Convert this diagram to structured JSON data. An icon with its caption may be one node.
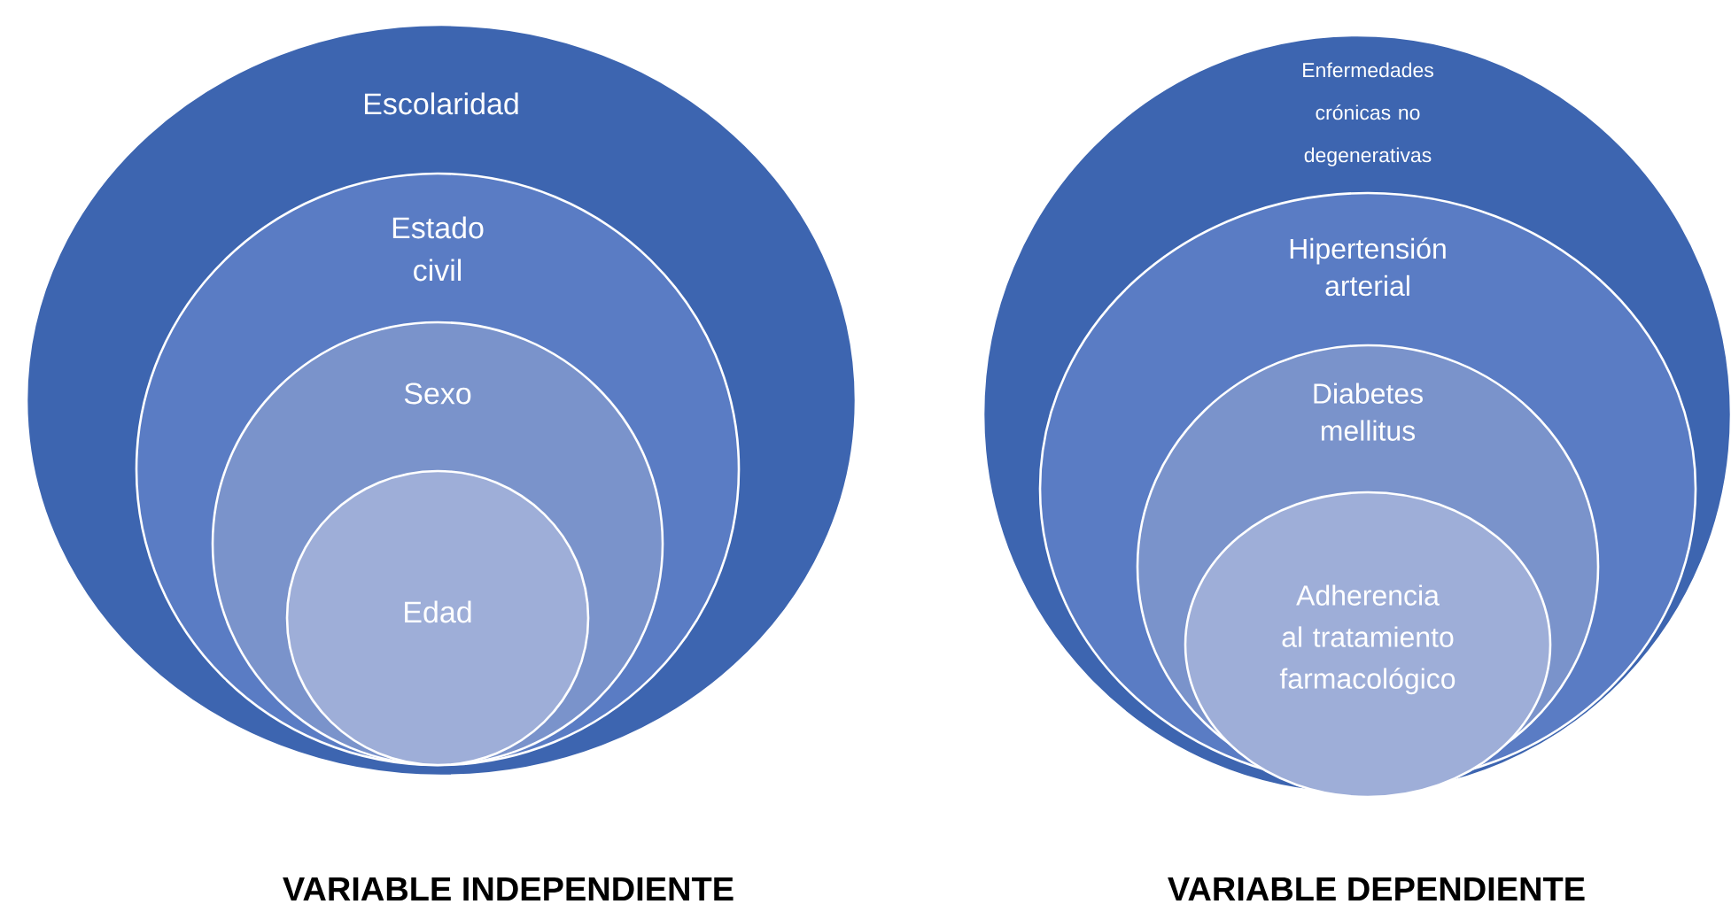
{
  "diagram": {
    "nodes": [
      {
        "text": [
          "Escolaridad"
        ]
      },
      {
        "text": [
          "Estado civil"
        ],
        "in": 0
      },
      {
        "text": [
          "Sexo"
        ],
        "in": 1
      },
      {
        "text": [
          "Edad"
        ],
        "in": 2
      },
      {
        "text": [
          "Enfermedades crónicas no degenerativas"
        ]
      },
      {
        "text": [
          "Hipertensión arterial"
        ],
        "in": 4
      },
      {
        "text": [
          "Diabetes mellitus"
        ],
        "in": 5
      },
      {
        "text": [
          "Adherencia al tratamiento farmacológico"
        ],
        "in": 6
      }
    ],
    "labels": [
      "VARIABLE INDEPENDIENTE",
      "VARIABLE DEPENDIENTE"
    ]
  }
}
